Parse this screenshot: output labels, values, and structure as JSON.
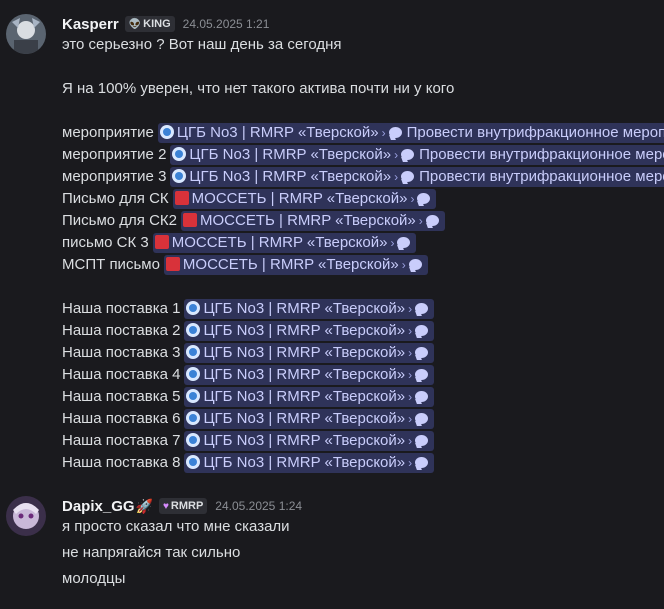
{
  "messages": [
    {
      "username": "Kasperr",
      "role_tag": "KING",
      "role_icon": "alien-icon",
      "timestamp": "24.05.2025 1:21",
      "lines": {
        "l1": "это серьезно ? Вот наш день за сегодня",
        "l2": "Я на 100% уверен, что нет такого актива почти ни у кого"
      },
      "rows": [
        {
          "label": "мероприятие",
          "channel": "ЦГБ No3 | RMRP «Тверской»",
          "icon": "radar",
          "thread": "Провести внутрифракционное мероприятие"
        },
        {
          "label": "мероприятие 2",
          "channel": "ЦГБ No3 | RMRP «Тверской»",
          "icon": "radar",
          "thread": "Провести внутрифракционное мероприятие"
        },
        {
          "label": "мероприятие 3",
          "channel": "ЦГБ No3 | RMRP «Тверской»",
          "icon": "radar",
          "thread": "Провести внутрифракционное мероприятие"
        },
        {
          "label": "Письмо для СК",
          "channel": "МОССЕТЬ | RMRP «Тверской»",
          "icon": "red",
          "thread": ""
        },
        {
          "label": "Письмо для СК2",
          "channel": "МОССЕТЬ | RMRP «Тверской»",
          "icon": "red",
          "thread": ""
        },
        {
          "label": "письмо СК 3",
          "channel": "МОССЕТЬ | RMRP «Тверской»",
          "icon": "red",
          "thread": ""
        },
        {
          "label": "МСПТ письмо",
          "channel": "МОССЕТЬ | RMRP «Тверской»",
          "icon": "red",
          "thread": ""
        },
        {
          "label": "Наша поставка 1",
          "channel": "ЦГБ No3 | RMRP «Тверской»",
          "icon": "radar",
          "thread": ""
        },
        {
          "label": "Наша поставка  2",
          "channel": "ЦГБ No3 | RMRP «Тверской»",
          "icon": "radar",
          "thread": ""
        },
        {
          "label": "Наша поставка 3",
          "channel": "ЦГБ No3 | RMRP «Тверской»",
          "icon": "radar",
          "thread": ""
        },
        {
          "label": "Наша поставка 4",
          "channel": "ЦГБ No3 | RMRP «Тверской»",
          "icon": "radar",
          "thread": ""
        },
        {
          "label": "Наша поставка 5",
          "channel": "ЦГБ No3 | RMRP «Тверской»",
          "icon": "radar",
          "thread": ""
        },
        {
          "label": "Наша поставка 6",
          "channel": "ЦГБ No3 | RMRP «Тверской»",
          "icon": "radar",
          "thread": ""
        },
        {
          "label": "Наша поставка 7",
          "channel": "ЦГБ No3 | RMRP «Тверской»",
          "icon": "radar",
          "thread": ""
        },
        {
          "label": "Наша поставка 8",
          "channel": "ЦГБ No3 | RMRP «Тверской»",
          "icon": "radar",
          "thread": ""
        }
      ]
    },
    {
      "username": "Dapix_GG",
      "role_tag": "RMRP",
      "role_icon": "heart-icon",
      "timestamp": "24.05.2025 1:24",
      "lines": {
        "l1": "я просто сказал что мне сказали",
        "l2": "не напрягайся так сильно",
        "l3": "молодцы"
      }
    }
  ],
  "colors": {
    "background": "#1a1a1e",
    "mention_bg": "#2f3359",
    "mention_text": "#c9cdfb"
  }
}
